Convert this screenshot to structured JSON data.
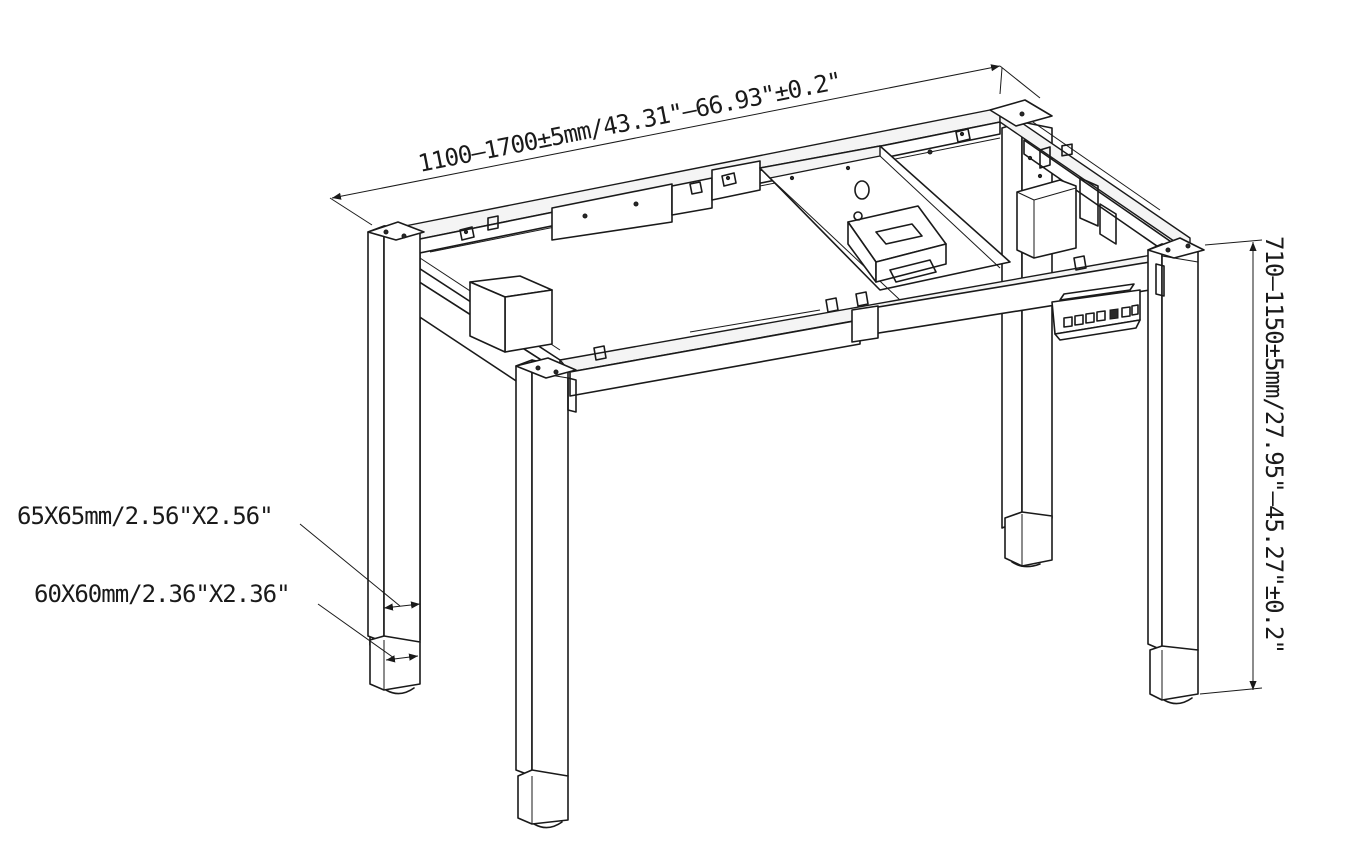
{
  "dimensions": {
    "width_label": "1100–1700±5mm/43.31\"–66.93\"±0.2\"",
    "height_label": "710–1150±5mm/27.95\"–45.27\"±0.2\"",
    "outer_leg_label": "65X65mm/2.56\"X2.56\"",
    "inner_leg_label": "60X60mm/2.36\"X2.36\""
  },
  "colors": {
    "line": "#1a1a1a",
    "background": "#ffffff"
  }
}
